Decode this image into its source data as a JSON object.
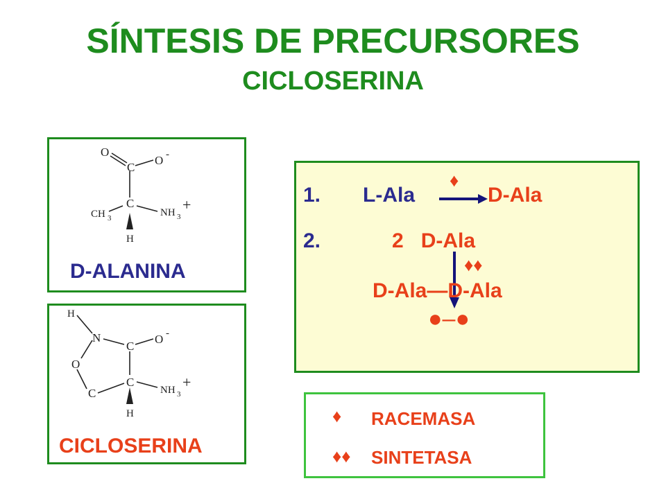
{
  "title": "SÍNTESIS DE PRECURSORES",
  "subtitle": "CICLOSERINA",
  "molecules": {
    "alanine": {
      "label": "D-ALANINA",
      "atoms": {
        "o_top": "O",
        "o_minus": "O",
        "c_carboxyl": "C",
        "c_alpha": "C",
        "ch3": "CH",
        "ch3_sub": "3",
        "nh": "NH",
        "nh_sub": "3",
        "nh_sup": "+",
        "h": "H",
        "minus": "-"
      }
    },
    "cycloserine": {
      "label": "CICLOSERINA",
      "atoms": {
        "h_n": "H",
        "n": "N",
        "o_ring": "O",
        "c_ring": "C",
        "c_carboxyl": "C",
        "o_minus": "O",
        "minus": "-",
        "c_alpha": "C",
        "nh": "NH",
        "nh_sub": "3",
        "nh_sup": "+",
        "h": "H"
      }
    }
  },
  "reactions": {
    "step1_number": "1.",
    "step1_reactant": "L-Ala",
    "step1_product": "D-Ala",
    "step1_enzyme_symbol": "♦",
    "step2_number": "2.",
    "step2_reactant": "2   D-Ala",
    "step2_enzyme_symbol": "♦♦",
    "step2_product": "D-Ala—D-Ala",
    "dipeptide_symbol": "●–●"
  },
  "legend": {
    "items": [
      {
        "symbol": "♦",
        "label": "RACEMASA"
      },
      {
        "symbol": "♦♦",
        "label": "SINTETASA"
      }
    ]
  },
  "colors": {
    "title": "#1e8c1e",
    "border": "#1e8c1e",
    "legend_border": "#3ec33e",
    "panel_bg": "#fdfcd4",
    "blue": "#2b2b8f",
    "red": "#e8401a"
  }
}
